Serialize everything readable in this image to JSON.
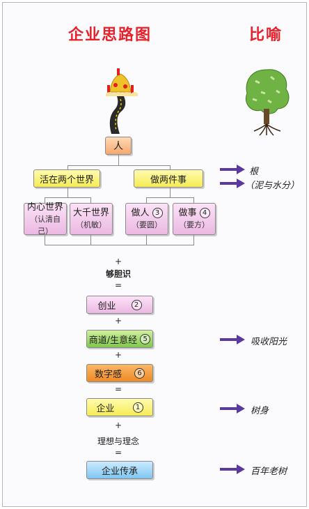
{
  "titles": {
    "left": "企业思路图",
    "right": "比喻"
  },
  "top": {
    "person": "人"
  },
  "branch": {
    "left": "活在两个世界",
    "right": "做两件事"
  },
  "worlds": [
    {
      "title": "内心世界",
      "sub": "（认清自己）"
    },
    {
      "title": "大千世界",
      "sub": "（机敏）"
    },
    {
      "title": "做人",
      "num": "3",
      "sub": "（要圆）"
    },
    {
      "title": "做事",
      "num": "4",
      "sub": "（要方）"
    }
  ],
  "ops": {
    "plus1": "+",
    "guts": "够胆识",
    "eq1": "=",
    "plus2": "+",
    "plus3": "+",
    "eq2": "=",
    "plus4": "+",
    "ideal": "理想与理念",
    "eq3": "="
  },
  "chain": [
    {
      "label": "创业",
      "num": "2"
    },
    {
      "label": "商道/生意经",
      "num": "5"
    },
    {
      "label": "数字感",
      "num": "6"
    },
    {
      "label": "企业",
      "num": "1"
    },
    {
      "label": "企业传承"
    }
  ],
  "annotations": {
    "root": "根",
    "soil": "（泥与水分）",
    "sun": "吸收阳光",
    "trunk": "树身",
    "oldtree": "百年老树"
  },
  "colors": {
    "title": "#e8202a",
    "arrow": "#5a3aa0"
  }
}
